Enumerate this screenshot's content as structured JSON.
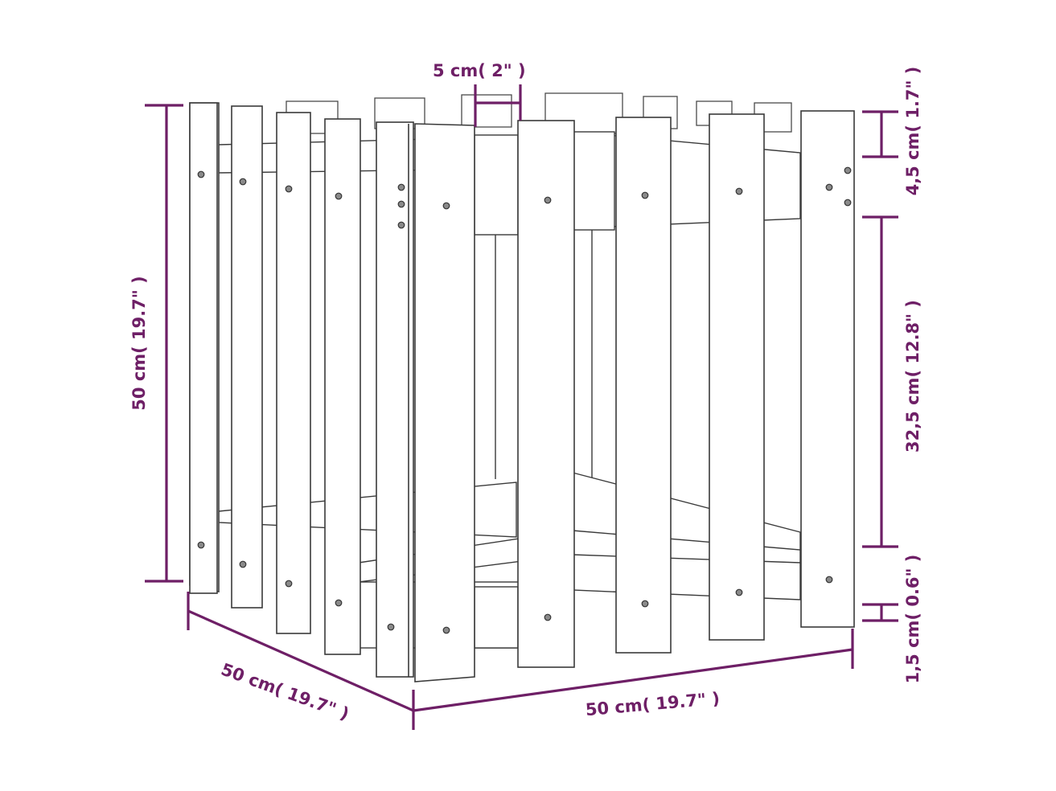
{
  "colors": {
    "dimension": "#6e1f66",
    "outline": "#3a3a3a",
    "background": "#ffffff"
  },
  "dimensions": {
    "height_total": "50 cm( 19.7\" )",
    "width_front": "50 cm( 19.7\" )",
    "depth_side": "50 cm( 19.7\" )",
    "plank_width": "5 cm( 2\" )",
    "top_gap": "4,5 cm( 1.7\" )",
    "slot_height": "32,5 cm( 12.8\" )",
    "bottom_gap": "1,5 cm( 0.6\" )"
  }
}
